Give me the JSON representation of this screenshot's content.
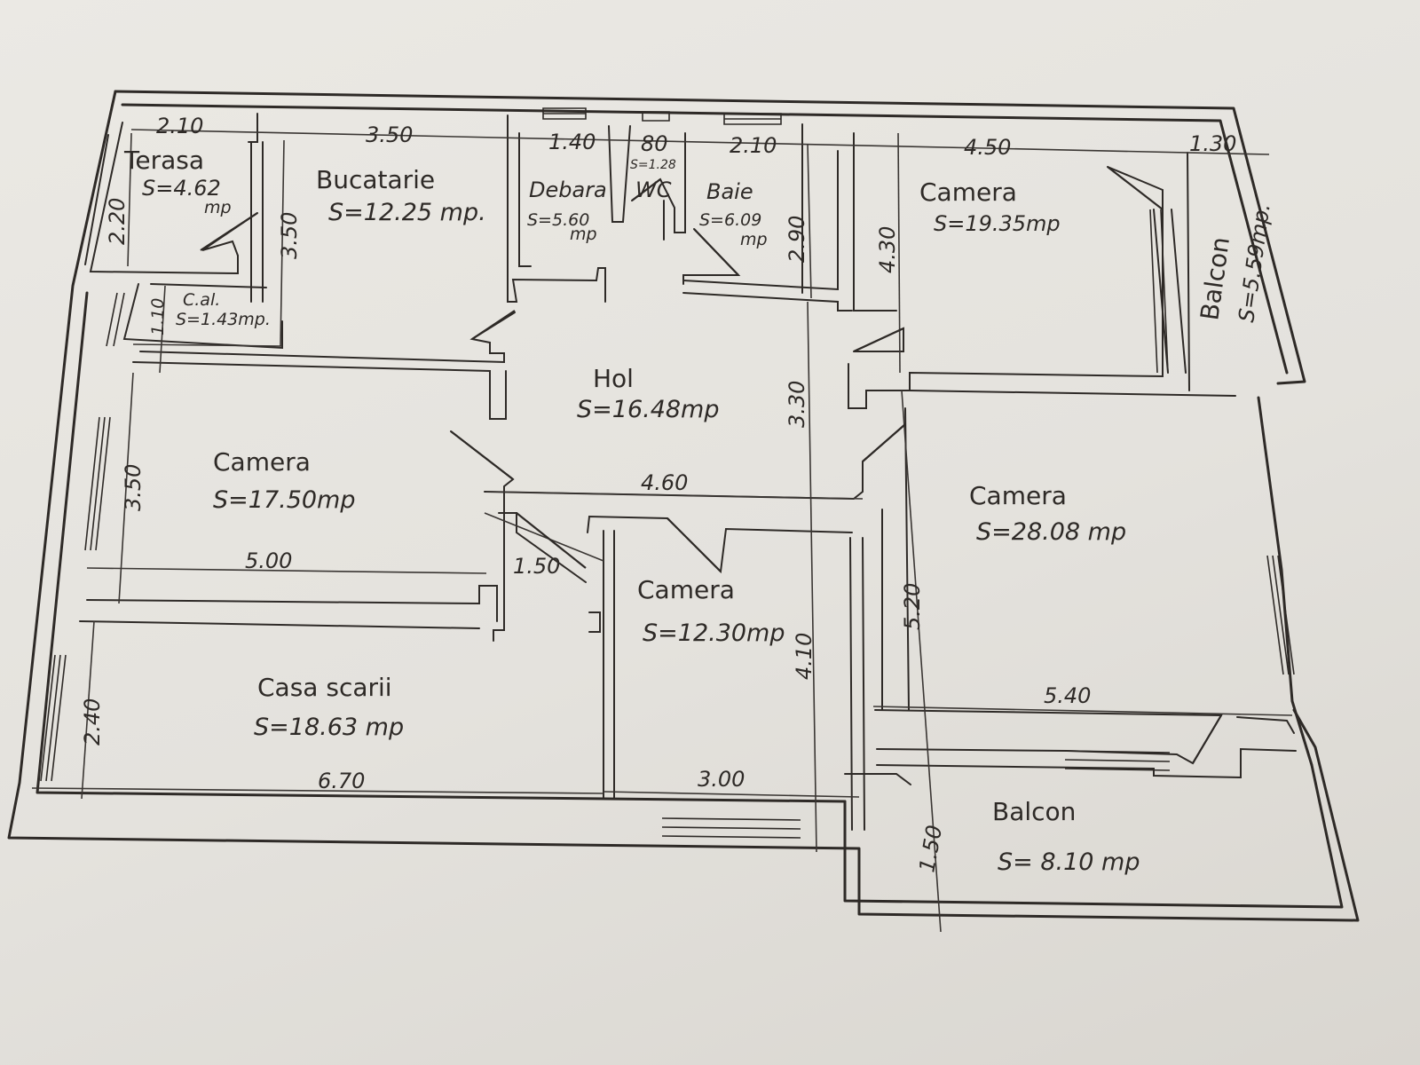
{
  "rooms": {
    "terasa": {
      "name": "Terasa",
      "area": "S=4.62",
      "unit": "mp"
    },
    "bucatarie": {
      "name": "Bucatarie",
      "area": "S=12.25 mp."
    },
    "debara": {
      "name": "Debara",
      "area": "S=5.60",
      "unit": "mp"
    },
    "wc": {
      "name": "WC",
      "area": "S=1.28"
    },
    "baie": {
      "name": "Baie",
      "area": "S=6.09",
      "unit": "mp"
    },
    "camera_ne": {
      "name": "Camera",
      "area": "S=19.35mp"
    },
    "balcon_ne": {
      "name": "Balcon",
      "area": "S=5.59mp."
    },
    "cal": {
      "name": "C.al.",
      "area": "S=1.43mp."
    },
    "hol": {
      "name": "Hol",
      "area": "S=16.48mp"
    },
    "camera_w": {
      "name": "Camera",
      "area": "S=17.50mp"
    },
    "camera_e": {
      "name": "Camera",
      "area": "S=28.08 mp"
    },
    "camera_c": {
      "name": "Camera",
      "area": "S=12.30mp"
    },
    "casa_scarii": {
      "name": "Casa scarii",
      "area": "S=18.63 mp"
    },
    "balcon_se": {
      "name": "Balcon",
      "area": "S= 8.10 mp"
    }
  },
  "dimensions": {
    "terasa_w": "2.10",
    "bucatarie_w": "3.50",
    "debara_w": "1.40",
    "wc_w": "80",
    "baie_w": "2.10",
    "camera_ne_w": "4.50",
    "balcon_ne_w": "1.30",
    "terasa_h": "2.20",
    "bucatarie_h": "3.50",
    "baie_h": "2.90",
    "camera_ne_h": "4.30",
    "cal_h": "1.10",
    "hol_h": "3.30",
    "camera_w_h": "3.50",
    "camera_w_w": "5.00",
    "hol_w": "4.60",
    "hol_stub": "1.50",
    "camera_e_h": "5.20",
    "camera_e_w": "5.40",
    "camera_c_h": "4.10",
    "casa_h": "2.40",
    "casa_w": "6.70",
    "camera_c_w": "3.00",
    "balcon_se_h": "1.50"
  }
}
